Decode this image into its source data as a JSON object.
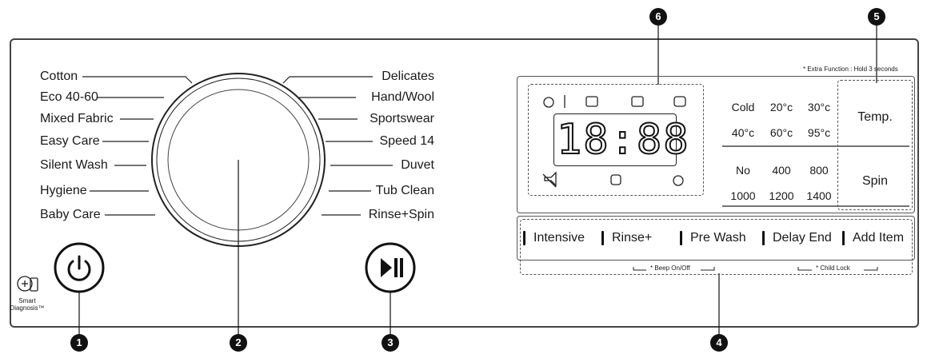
{
  "left_programs": [
    "Cotton",
    "Eco 40-60",
    "Mixed Fabric",
    "Easy Care",
    "Silent Wash",
    "Hygiene",
    "Baby Care"
  ],
  "right_programs": [
    "Delicates",
    "Hand/Wool",
    "Sportswear",
    "Speed 14",
    "Duvet",
    "Tub Clean",
    "Rinse+Spin"
  ],
  "extra_function_note": "* Extra Function : Hold 3 seconds",
  "display_digits": "18:88",
  "temperatures": [
    "Cold",
    "20°c",
    "30°c",
    "40°c",
    "60°c",
    "95°c"
  ],
  "spin_speeds": [
    "No",
    "400",
    "800",
    "1000",
    "1200",
    "1400"
  ],
  "temp_button": "Temp.",
  "spin_button": "Spin",
  "option_buttons": [
    "Intensive",
    "Rinse+",
    "Pre Wash",
    "Delay End",
    "Add Item"
  ],
  "beep_note": "* Beep On/Off",
  "child_lock_note": "* Child Lock",
  "smart_diagnosis_label": "Smart Diagnosis™",
  "callouts": [
    "1",
    "2",
    "3",
    "4",
    "5",
    "6"
  ]
}
